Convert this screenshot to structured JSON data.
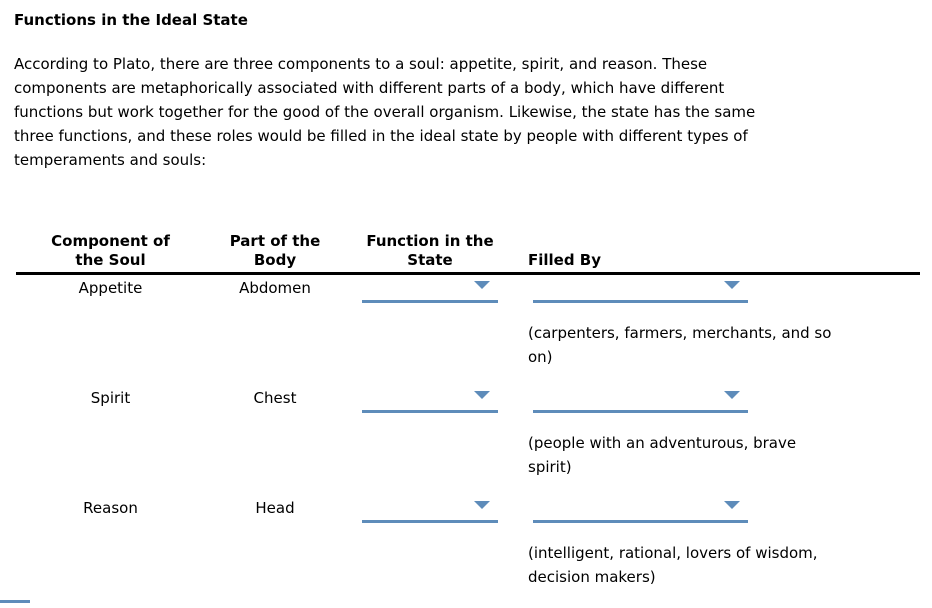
{
  "colors": {
    "accent": "#5e8cba",
    "rule": "#000000",
    "text": "#000000",
    "background": "#ffffff"
  },
  "page": {
    "title": "Functions in the Ideal State",
    "intro": "According to Plato, there are three components to a soul: appetite, spirit, and reason. These\ncomponents are metaphorically associated with different parts of a body, which have different\nfunctions but work together for the good of the overall organism. Likewise, the state has the same\nthree functions, and these roles would be filled in the ideal state by people with different types of\ntemperaments and souls:"
  },
  "table": {
    "headers": {
      "component": "Component of\nthe Soul",
      "body_part": "Part of the\nBody",
      "function": "Function in the\nState",
      "filled_by": "Filled By"
    },
    "rows": [
      {
        "component": "Appetite",
        "body_part": "Abdomen",
        "function_select_value": "",
        "filled_by_select_value": "",
        "hint": "(carpenters, farmers, merchants, and so\non)"
      },
      {
        "component": "Spirit",
        "body_part": "Chest",
        "function_select_value": "",
        "filled_by_select_value": "",
        "hint": "(people with an adventurous, brave\nspirit)"
      },
      {
        "component": "Reason",
        "body_part": "Head",
        "function_select_value": "",
        "filled_by_select_value": "",
        "hint": "(intelligent, rational, lovers of wisdom,\ndecision makers)"
      }
    ]
  }
}
